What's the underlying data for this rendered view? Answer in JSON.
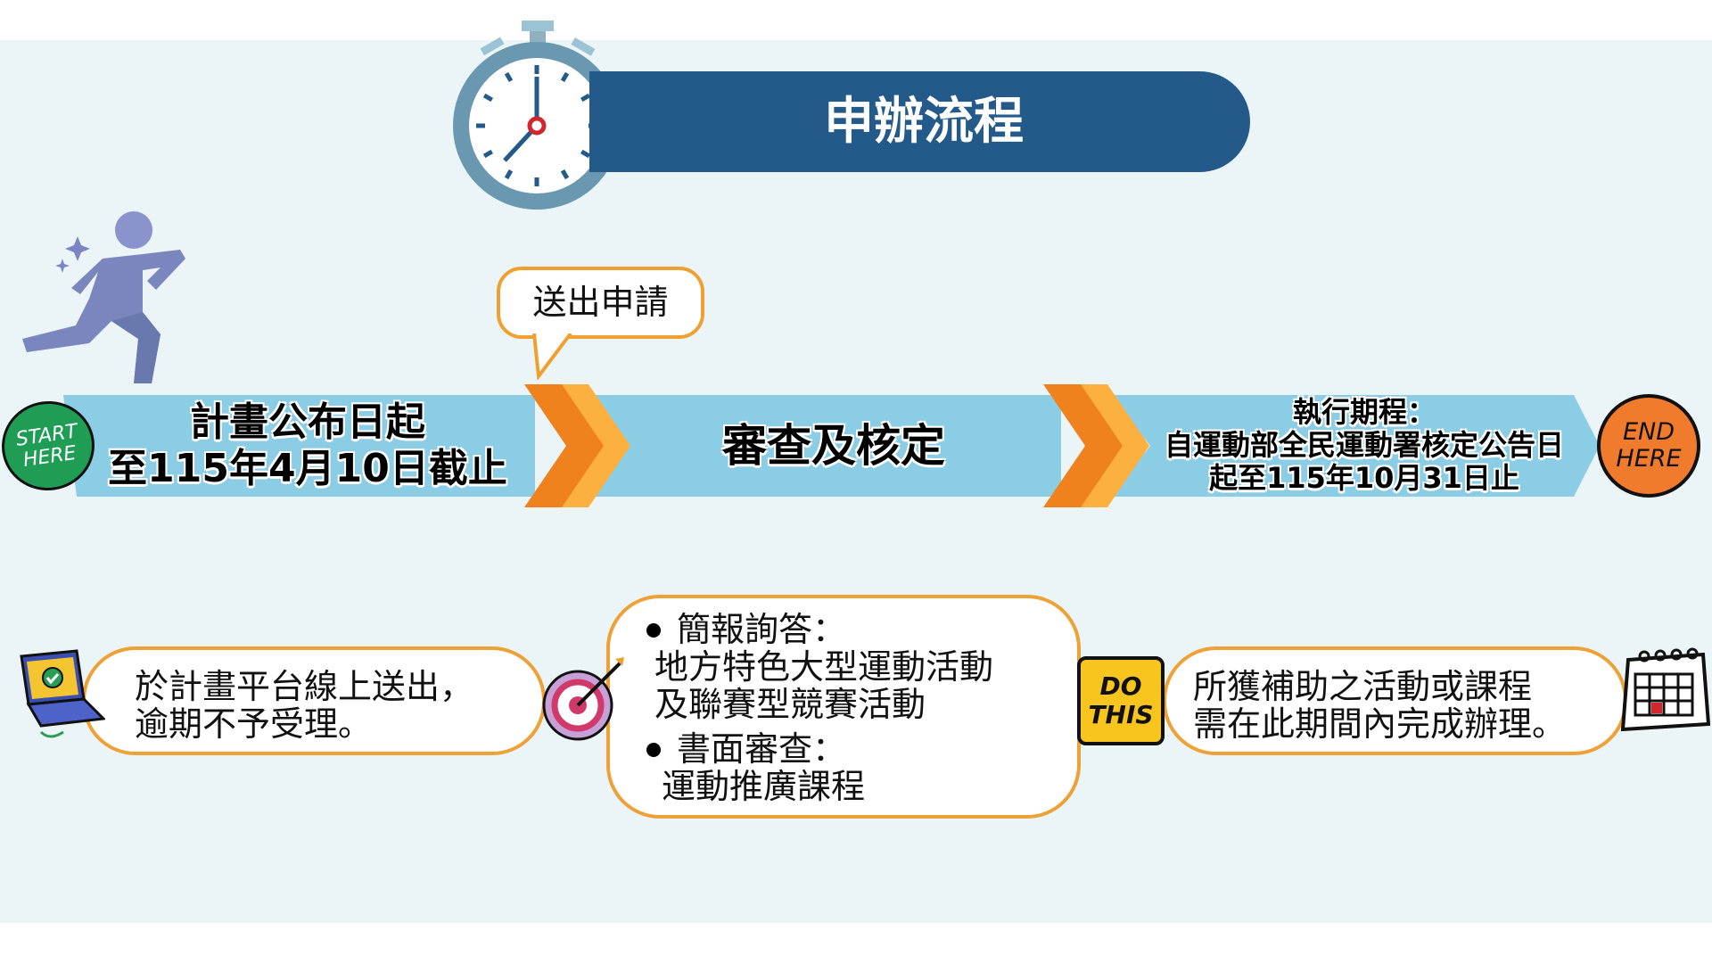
{
  "title": "申辦流程",
  "speech_bubble": "送出申請",
  "start_badge": {
    "line1": "START",
    "line2": "HERE"
  },
  "end_badge": {
    "line1": "END",
    "line2": "HERE"
  },
  "do_this_badge": {
    "line1": "DO",
    "line2": "THIS"
  },
  "steps": [
    {
      "lines": [
        "計畫公布日起",
        "至115年4月10日截止"
      ]
    },
    {
      "lines": [
        "審查及核定"
      ]
    },
    {
      "lines": [
        "執行期程：",
        "自運動部全民運動署核定公告日",
        "起至115年10月31日止"
      ]
    }
  ],
  "notes": {
    "submit": [
      "於計畫平台線上送出，",
      "逾期不予受理。"
    ],
    "review": [
      {
        "heading": "簡報詢答：",
        "lines": [
          "地方特色大型運動活動",
          "及聯賽型競賽活動"
        ]
      },
      {
        "heading": "書面審查：",
        "lines": [
          "運動推廣課程"
        ]
      }
    ],
    "execute": [
      "所獲補助之活動或課程",
      "需在此期間內完成辦理。"
    ]
  },
  "colors": {
    "title_bar": "#245a8a",
    "ribbon": "#8ccde6",
    "chevron_dark": "#f0821e",
    "chevron_light": "#fbb040",
    "box_border": "#eda137",
    "start": "#1f9d55",
    "end": "#f07b2c"
  }
}
